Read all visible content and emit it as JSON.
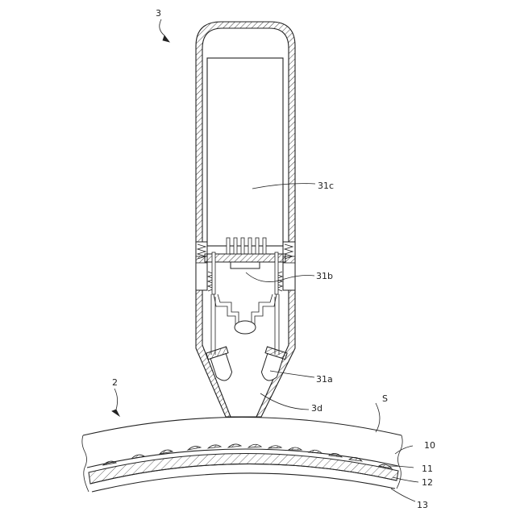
{
  "labels": {
    "device": "3",
    "battery": "31c",
    "board": "31b",
    "led": "31a",
    "tip": "3d",
    "body": "2",
    "surface": "S",
    "layer_10": "10",
    "layer_11": "11",
    "layer_12": "12",
    "layer_13": "13"
  },
  "colors": {
    "ink": "#222222",
    "paper": "#ffffff"
  }
}
